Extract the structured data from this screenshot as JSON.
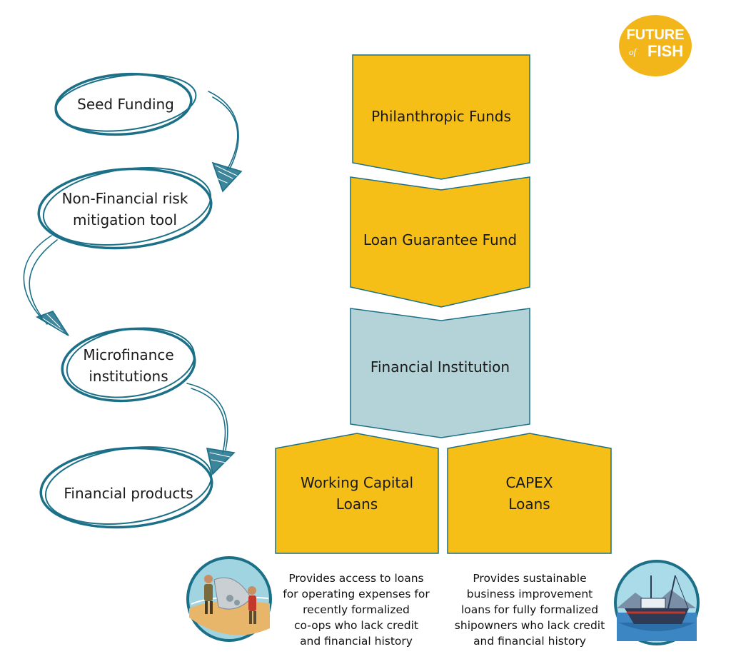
{
  "logo": {
    "line1": "FUTURE",
    "line2": "of",
    "line3": "FISH"
  },
  "flow_steps": [
    {
      "label_lines": [
        "Seed Funding"
      ]
    },
    {
      "label_lines": [
        "Non-Financial risk",
        "mitigation tool"
      ]
    },
    {
      "label_lines": [
        "Microfinance",
        "institutions"
      ]
    },
    {
      "label_lines": [
        "Financial products"
      ]
    }
  ],
  "blocks": {
    "philanthropic": "Philanthropic Funds",
    "guarantee": "Loan Guarantee Fund",
    "institution": "Financial Institution",
    "working_capital": [
      "Working Capital",
      "Loans"
    ],
    "capex": [
      "CAPEX",
      "Loans"
    ]
  },
  "descriptions": {
    "working_capital": [
      "Provides access to loans",
      "for operating expenses for",
      "recently formalized",
      "co-ops who lack credit",
      "and financial history"
    ],
    "capex": [
      "Provides sustainable",
      "business improvement",
      "loans for fully formalized",
      "shipowners who lack credit",
      "and financial history"
    ]
  },
  "colors": {
    "gold": "#f5bf18",
    "light_blue": "#b3d3d8",
    "teal": "#1b7088",
    "logo": "#f2b61b"
  }
}
